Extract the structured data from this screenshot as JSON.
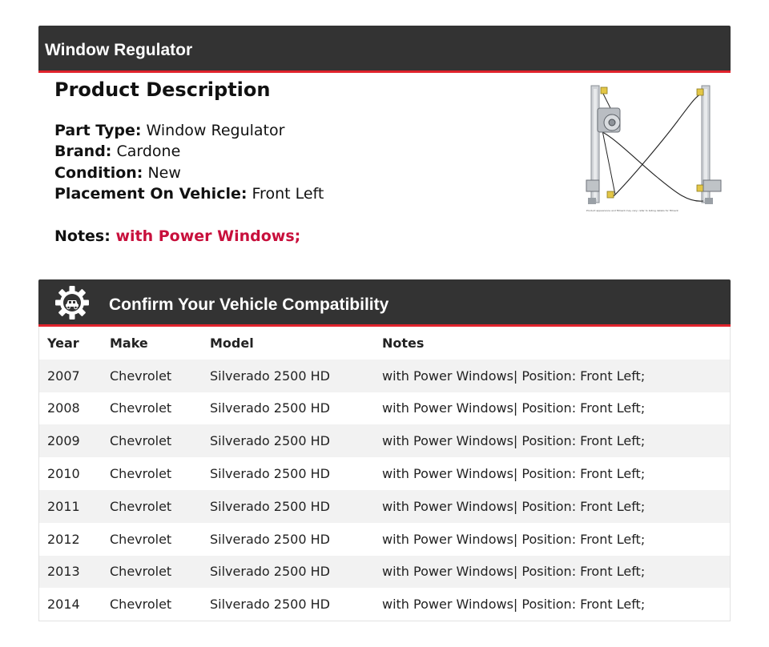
{
  "header": {
    "title": "Window Regulator"
  },
  "description": {
    "title": "Product Description",
    "specs": [
      {
        "label": "Part Type:",
        "value": "Window Regulator"
      },
      {
        "label": "Brand:",
        "value": "Cardone"
      },
      {
        "label": "Condition:",
        "value": "New"
      },
      {
        "label": "Placement On Vehicle:",
        "value": "Front Left"
      }
    ],
    "notes_label": "Notes:",
    "notes_value": "with Power Windows;",
    "image_caption": "Product appearance and fitment may vary; refer to listing details for fitment",
    "image_icon": "window-regulator-product-image"
  },
  "compatibility": {
    "title": "Confirm Your Vehicle Compatibility",
    "icon": "gear-car-icon",
    "columns": [
      "Year",
      "Make",
      "Model",
      "Notes"
    ],
    "rows": [
      {
        "year": "2007",
        "make": "Chevrolet",
        "model": "Silverado 2500 HD",
        "notes": "with Power Windows| Position: Front Left;"
      },
      {
        "year": "2008",
        "make": "Chevrolet",
        "model": "Silverado 2500 HD",
        "notes": "with Power Windows| Position: Front Left;"
      },
      {
        "year": "2009",
        "make": "Chevrolet",
        "model": "Silverado 2500 HD",
        "notes": "with Power Windows| Position: Front Left;"
      },
      {
        "year": "2010",
        "make": "Chevrolet",
        "model": "Silverado 2500 HD",
        "notes": "with Power Windows| Position: Front Left;"
      },
      {
        "year": "2011",
        "make": "Chevrolet",
        "model": "Silverado 2500 HD",
        "notes": "with Power Windows| Position: Front Left;"
      },
      {
        "year": "2012",
        "make": "Chevrolet",
        "model": "Silverado 2500 HD",
        "notes": "with Power Windows| Position: Front Left;"
      },
      {
        "year": "2013",
        "make": "Chevrolet",
        "model": "Silverado 2500 HD",
        "notes": "with Power Windows| Position: Front Left;"
      },
      {
        "year": "2014",
        "make": "Chevrolet",
        "model": "Silverado 2500 HD",
        "notes": "with Power Windows| Position: Front Left;"
      }
    ]
  },
  "colors": {
    "bar_bg": "#333333",
    "accent_red": "#e0232c",
    "notes_red": "#c8103c"
  }
}
